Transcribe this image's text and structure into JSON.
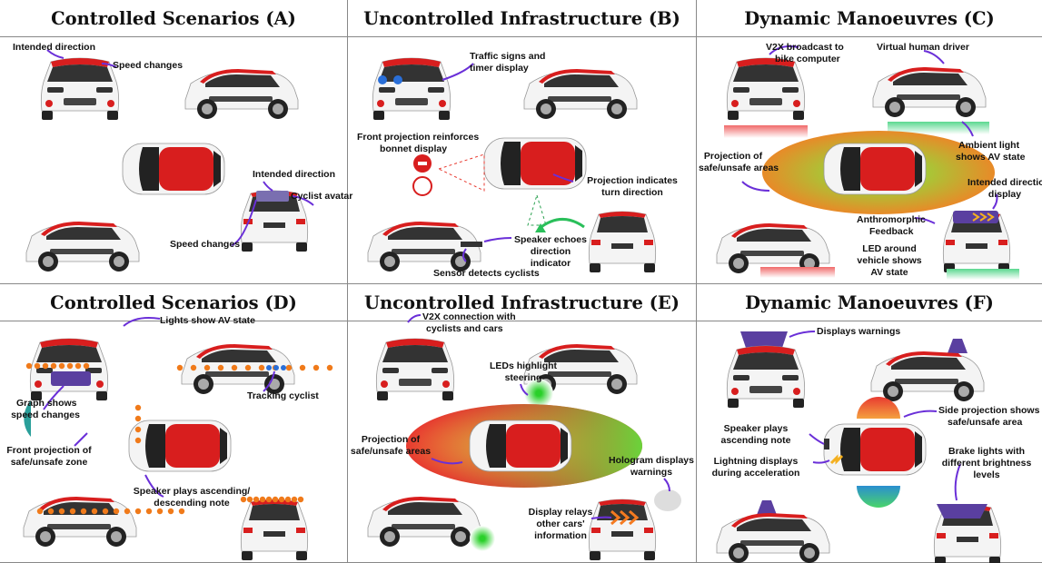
{
  "panels": {
    "a": {
      "title": "Controlled Scenarios (A)",
      "ann": [
        "Intended direction",
        "Speed changes",
        "Intended direction",
        "Cyclist avatar",
        "Speed changes"
      ]
    },
    "b": {
      "title": "Uncontrolled Infrastructure (B)",
      "ann": [
        "Traffic signs and",
        "timer display",
        "Front projection reinforces",
        "bonnet display",
        "Projection indicates",
        "turn direction",
        "Speaker echoes",
        "direction",
        "indicator",
        "Sensor detects cyclists"
      ]
    },
    "c": {
      "title": "Dynamic Manoeuvres (C)",
      "ann": [
        "V2X broadcast to",
        "bike computer",
        "Virtual human driver",
        "Projection of",
        "safe/unsafe areas",
        "Ambient light",
        "shows AV state",
        "Intended direction",
        "display",
        "Anthromorphic",
        "Feedback",
        "LED  around",
        "vehicle shows",
        "AV state"
      ]
    },
    "d": {
      "title": "Controlled Scenarios (D)",
      "ann": [
        "Lights show AV state",
        "Graph shows",
        "speed changes",
        "Tracking cyclist",
        "Front projection of",
        "safe/unsafe zone",
        "Speaker plays ascending/",
        "descending note"
      ]
    },
    "e": {
      "title": "Uncontrolled Infrastructure (E)",
      "ann": [
        "V2X connection with",
        "cyclists and cars",
        "LEDs highlight",
        "steering",
        "Projection of",
        "safe/unsafe areas",
        "Hologram displays",
        "warnings",
        "Display relays",
        "other cars'",
        "information"
      ]
    },
    "f": {
      "title": "Dynamic Manoeuvres (F)",
      "ann": [
        "Displays warnings",
        "Side projection shows",
        "safe/unsafe area",
        "Speaker plays",
        "ascending note",
        "Lightning displays",
        "during acceleration",
        "Brake lights with",
        "different brightness",
        "levels"
      ]
    }
  },
  "colors": {
    "car_body": "#f4f4f4",
    "car_roof": "#d81e1e",
    "arrow": "#6a2fd8",
    "led": "#f07a1a",
    "safe": "#6ad43a",
    "unsafe": "#e83a30",
    "chevron": "#f47a20",
    "warn_shape": "#5a3fa0"
  }
}
